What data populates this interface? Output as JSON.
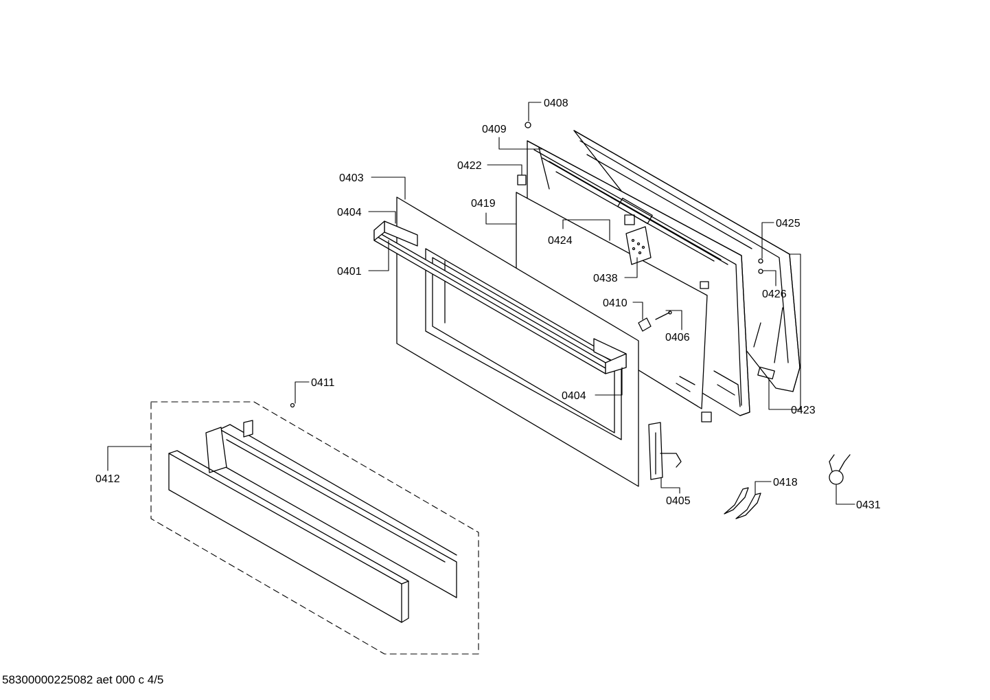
{
  "labels": {
    "p0401": "0401",
    "p0403": "0403",
    "p0404a": "0404",
    "p0404b": "0404",
    "p0405": "0405",
    "p0406": "0406",
    "p0408": "0408",
    "p0409": "0409",
    "p0410": "0410",
    "p0411": "0411",
    "p0412": "0412",
    "p0418": "0418",
    "p0419": "0419",
    "p0422": "0422",
    "p0423": "0423",
    "p0424": "0424",
    "p0425": "0425",
    "p0426": "0426",
    "p0431": "0431",
    "p0438": "0438"
  },
  "footer": "58300000225082 aet 000 c 4/5"
}
